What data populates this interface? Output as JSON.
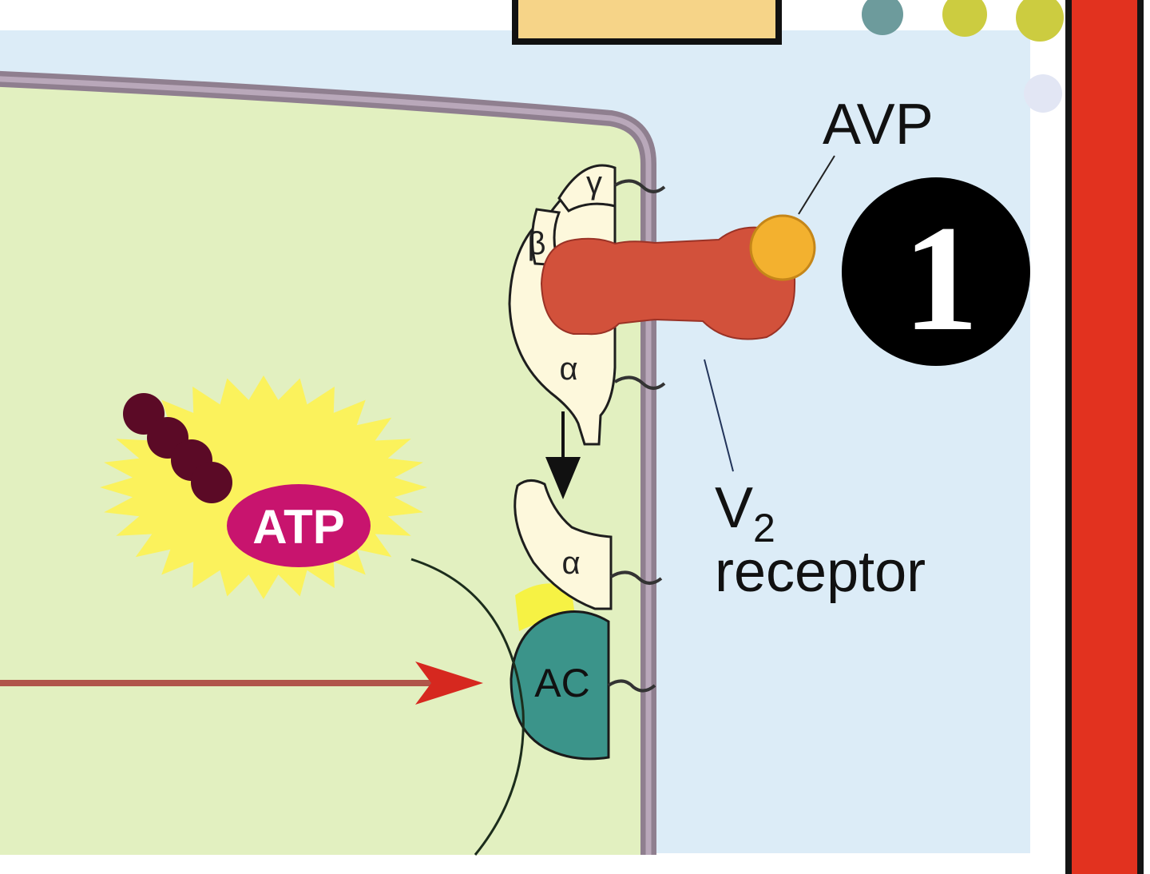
{
  "labels": {
    "hormone": "AVP",
    "receptor_symbol": "V",
    "receptor_subscript": "2",
    "receptor_word": "receptor",
    "step_number": "1",
    "substrate": "ATP",
    "enzyme": "AC",
    "g_alpha_upper": "α",
    "g_beta": "β",
    "g_gamma": "γ",
    "g_alpha_lower": "α"
  },
  "colors": {
    "cell_cytoplasm": "#e2f0c0",
    "extracellular": "#dcecf7",
    "membrane": "#8f7f8f",
    "receptor": "#d2513b",
    "hormone": "#f3b12f",
    "g_protein": "#fdf8dc",
    "adenylyl_cyclase": "#3b948a",
    "atp_badge": "#c8146e",
    "atp_burst": "#fbf25c",
    "phosphate_chain": "#5b0a26",
    "blood_vessel_wall": "#e2321f",
    "step_badge": "#000000"
  }
}
